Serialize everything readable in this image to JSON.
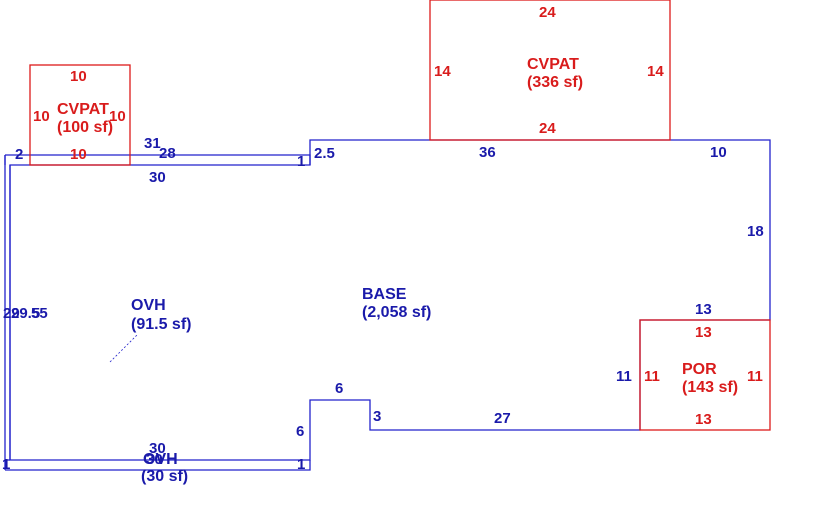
{
  "areas": {
    "base": {
      "name": "BASE",
      "area": "(2,058 sf)"
    },
    "cvpat_large": {
      "name": "CVPAT",
      "area": "(336 sf)"
    },
    "cvpat_small": {
      "name": "CVPAT",
      "area": "(100 sf)"
    },
    "ovh_left": {
      "name": "OVH",
      "area": "(91.5 sf)"
    },
    "ovh_bottom": {
      "name": "OVH",
      "area": "(30 sf)"
    },
    "por": {
      "name": "POR",
      "area": "(143 sf)"
    }
  },
  "dimensions": {
    "base_top_left": "30",
    "base_top_step": "2.5",
    "base_top_middle": "36",
    "base_top_right": "10",
    "base_right_upper": "18",
    "base_right_lower_top": "13",
    "base_right_lower_side": "11",
    "base_bottom_right": "27",
    "base_notch_side": "3",
    "base_notch_top": "6",
    "base_notch_left": "6",
    "base_left": "29.5",
    "left_strip_side": "29",
    "left_strip_inner": "55",
    "top_strip_length": "31",
    "top_strip_inner": "28",
    "top_strip_end_left": "2",
    "top_strip_end_right": "1",
    "bottom_strip_top": "30",
    "bottom_strip_bottom": "30",
    "bottom_strip_end_left": "1",
    "bottom_strip_end_right": "1",
    "cvpat_large_top": "24",
    "cvpat_large_bottom": "24",
    "cvpat_large_left": "14",
    "cvpat_large_right": "14",
    "cvpat_small_top": "10",
    "cvpat_small_bottom": "10",
    "cvpat_small_left": "10",
    "cvpat_small_right": "10",
    "por_top": "13",
    "por_bottom": "13",
    "por_left": "11",
    "por_right": "11"
  },
  "colors": {
    "structure": "#2222cc",
    "addition": "#dd1a1a"
  }
}
